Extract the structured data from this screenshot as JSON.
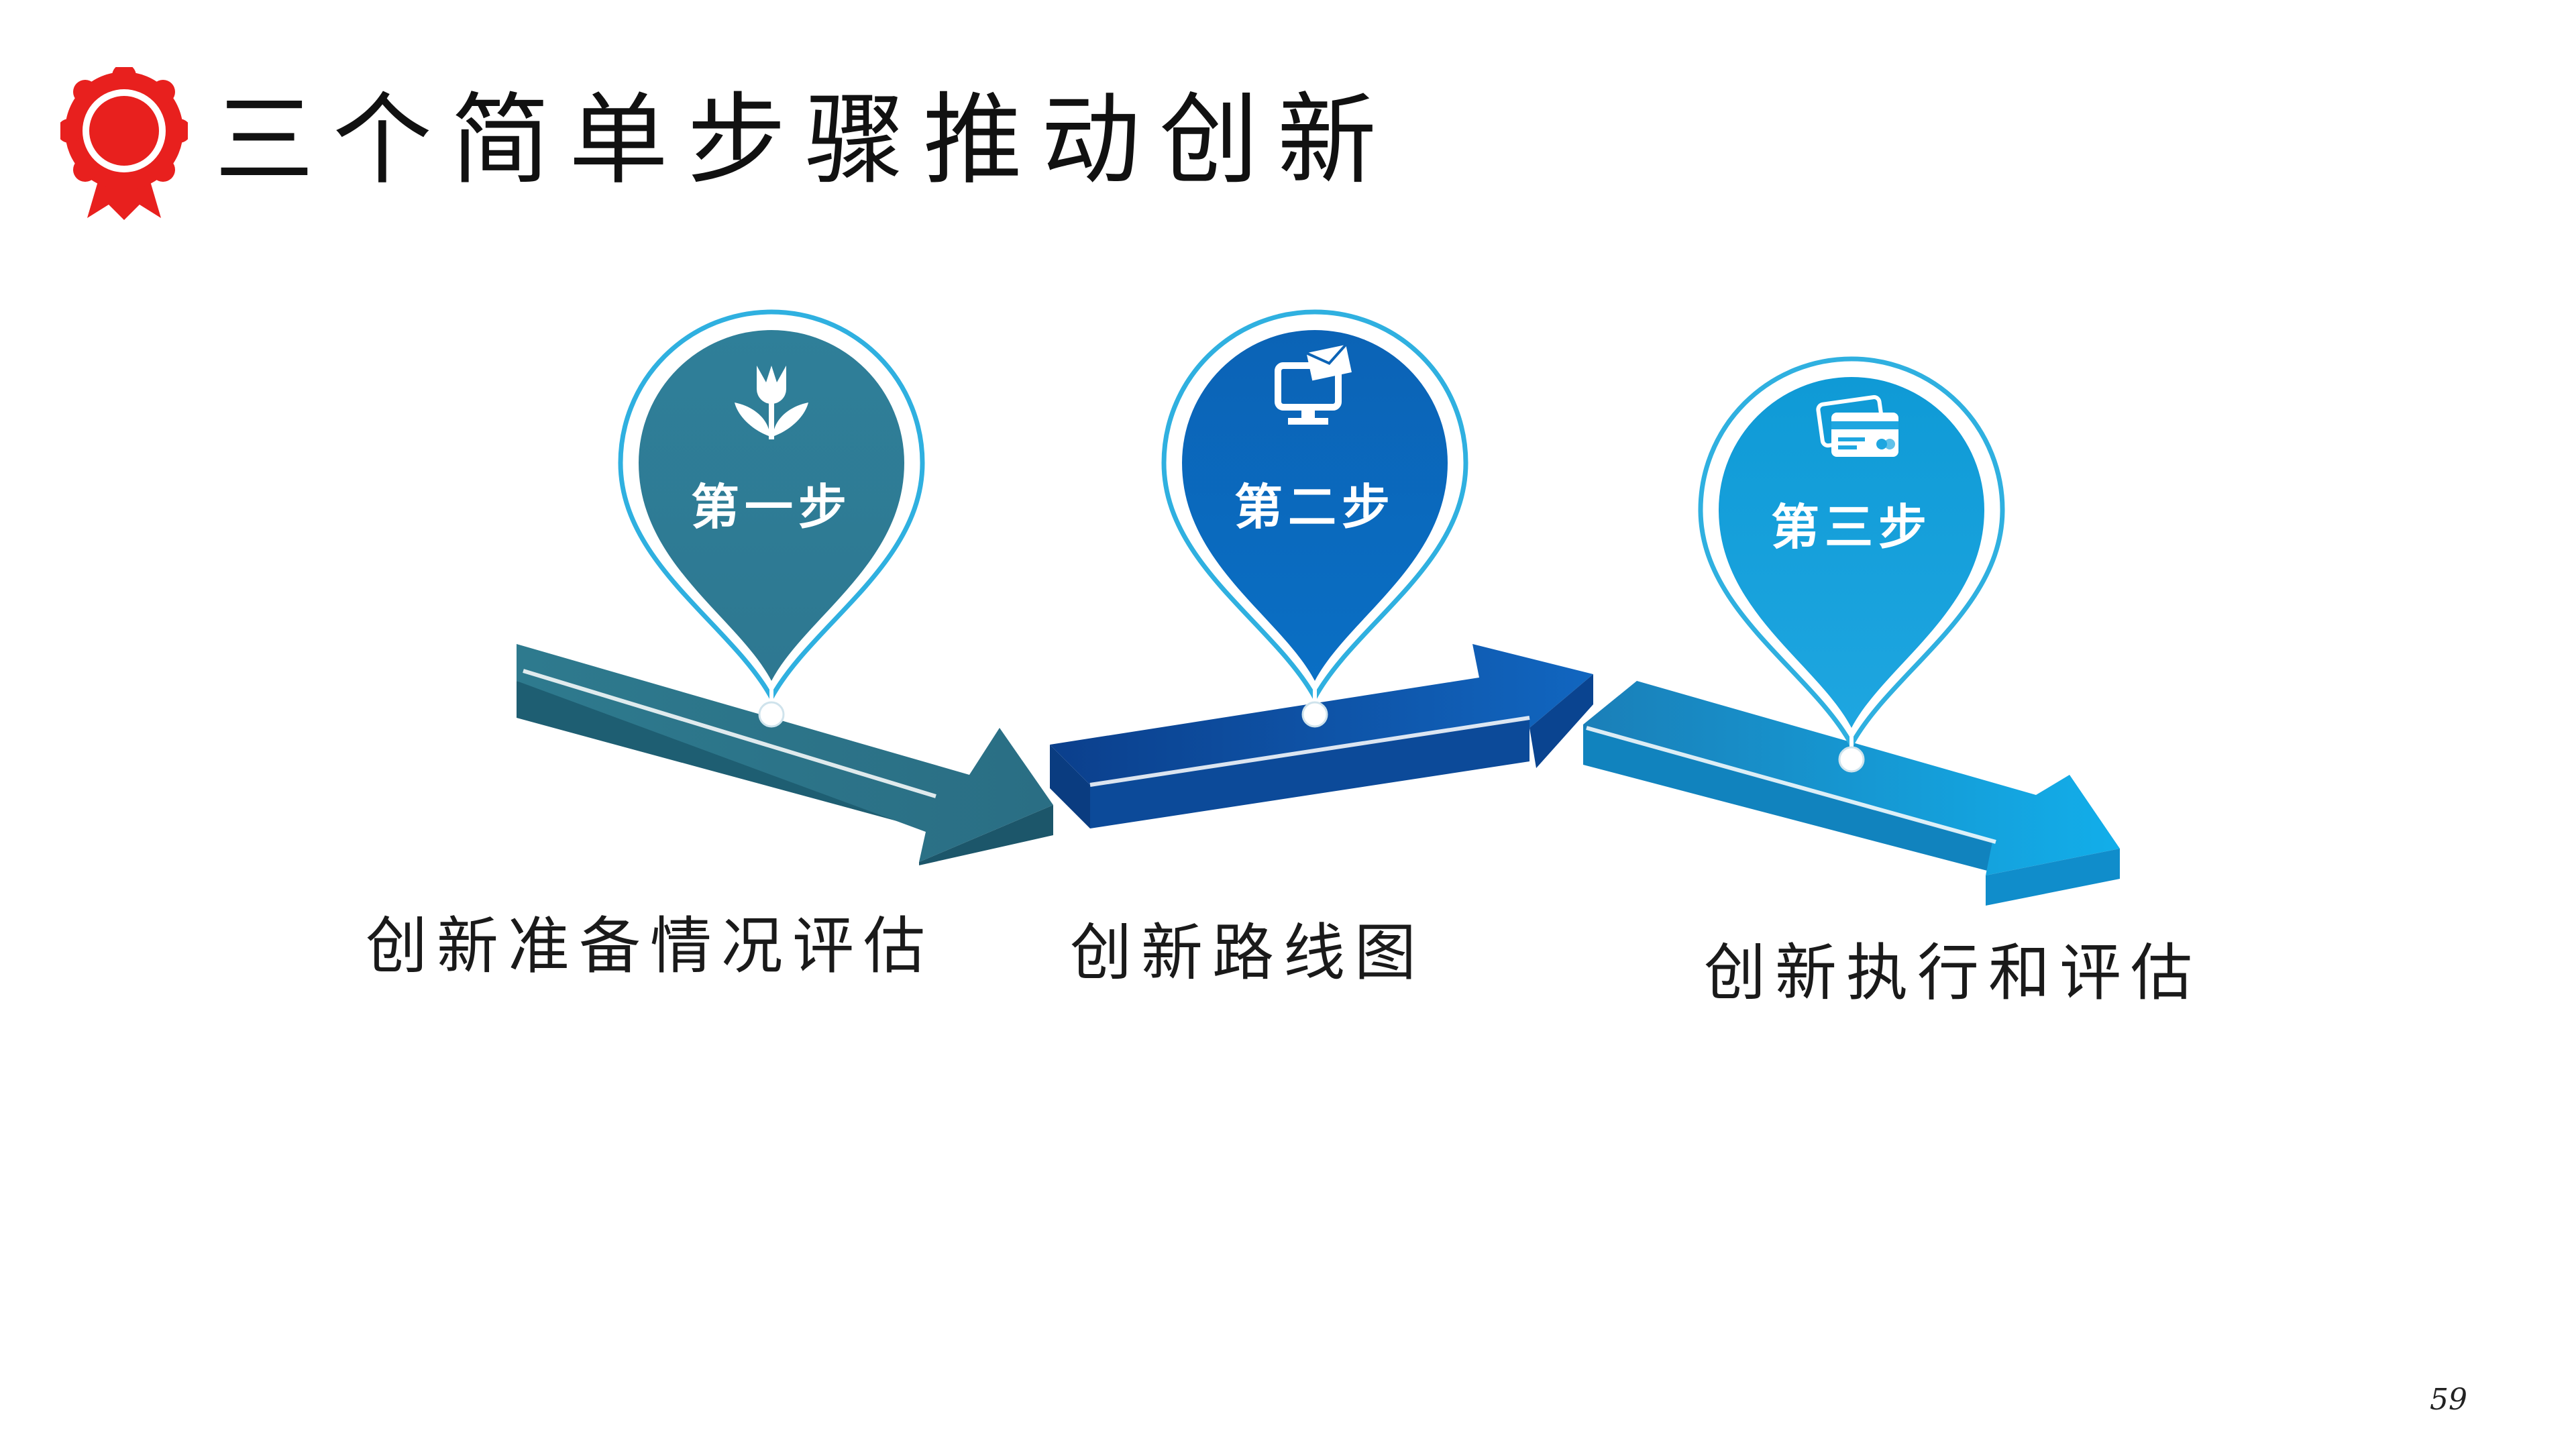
{
  "title": "三个简单步骤推动创新",
  "steps": [
    {
      "label": "第一步",
      "caption": "创新准备情况评估",
      "icon": "tulip-icon",
      "color": "#2F7F99"
    },
    {
      "label": "第二步",
      "caption": "创新路线图",
      "icon": "computer-mail-icon",
      "color": "#0B6BBE"
    },
    {
      "label": "第三步",
      "caption": "创新执行和评估",
      "icon": "credit-card-icon",
      "color": "#1BA0DC"
    }
  ],
  "colors": {
    "badge": "#E8201E",
    "arrow1": "#2A7489",
    "arrow2": "#0B4FA0",
    "arrow3": "#1599D4"
  },
  "page_number": "59"
}
